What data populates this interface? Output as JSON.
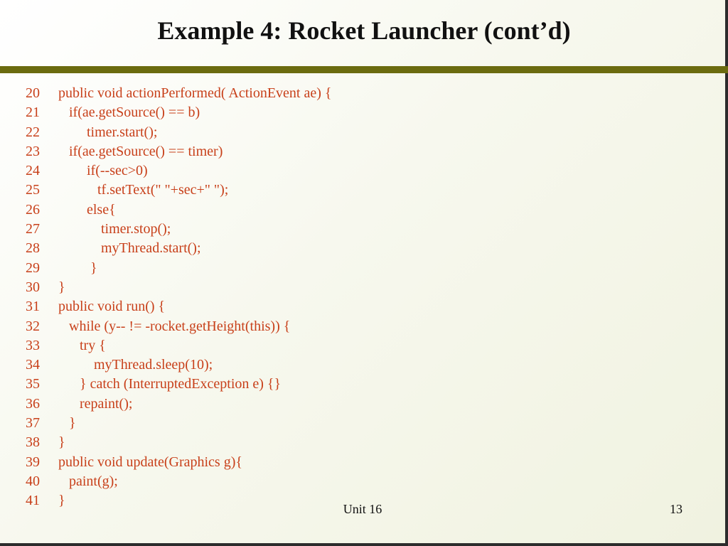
{
  "slide": {
    "title": "Example 4: Rocket Launcher (cont’d)",
    "footer_center": "Unit 16",
    "page_number": "13",
    "code_color": "#c8401a",
    "rule_color": "#6b6b0f"
  },
  "code": {
    "lines": [
      {
        "num": "20",
        "text": "public void actionPerformed( ActionEvent ae) {"
      },
      {
        "num": "21",
        "text": "   if(ae.getSource() == b)"
      },
      {
        "num": "22",
        "text": "        timer.start();"
      },
      {
        "num": "23",
        "text": "   if(ae.getSource() == timer)"
      },
      {
        "num": "24",
        "text": "        if(--sec>0)"
      },
      {
        "num": "25",
        "text": "           tf.setText(\" \"+sec+\" \");"
      },
      {
        "num": "26",
        "text": "        else{"
      },
      {
        "num": "27",
        "text": "            timer.stop();"
      },
      {
        "num": "28",
        "text": "            myThread.start();"
      },
      {
        "num": "29",
        "text": "         }"
      },
      {
        "num": "30",
        "text": "}"
      },
      {
        "num": "31",
        "text": "public void run() {"
      },
      {
        "num": "32",
        "text": "   while (y-- != -rocket.getHeight(this)) {"
      },
      {
        "num": "33",
        "text": "      try {"
      },
      {
        "num": "34",
        "text": "          myThread.sleep(10);"
      },
      {
        "num": "35",
        "text": "      } catch (InterruptedException e) {}"
      },
      {
        "num": "36",
        "text": "      repaint();"
      },
      {
        "num": "37",
        "text": "   }"
      },
      {
        "num": "38",
        "text": "}"
      },
      {
        "num": "39",
        "text": "public void update(Graphics g){"
      },
      {
        "num": "40",
        "text": "   paint(g);"
      },
      {
        "num": "41",
        "text": "}"
      }
    ]
  }
}
